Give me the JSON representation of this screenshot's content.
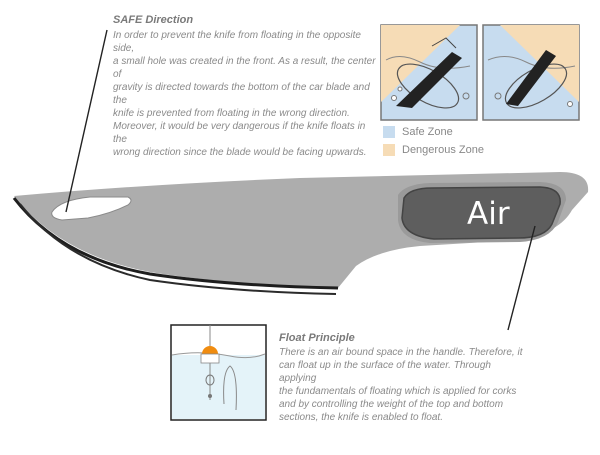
{
  "safe_direction": {
    "title": "SAFE  Direction",
    "body_lines": [
      "In order to prevent the knife from floating in the opposite side,",
      "a small hole was created in the front. As a result, the center of",
      "gravity is directed towards the bottom of the car blade and the",
      "knife is prevented from floating in the wrong direction.",
      "Moreover, it would be very dangerous if the knife floats in the",
      "wrong direction since the blade would be facing upwards."
    ]
  },
  "legend": {
    "safe_label": "Safe Zone",
    "danger_label": "Dengerous Zone",
    "safe_color": "#c7dcef",
    "danger_color": "#f6dcb6"
  },
  "knife": {
    "handle_label": "Air",
    "blade_color": "#adadad",
    "handle_color": "#5e5e5e"
  },
  "float_principle": {
    "title": "Float Principle",
    "body_lines": [
      "There is an air bound space in the handle. Therefore, it",
      "can float up in the surface of the water. Through applying",
      "the fundamentals of floating which is applied for corks",
      "and by controlling the weight of the top and bottom",
      "sections, the knife is enabled to float."
    ],
    "cork_color": "#f08c10"
  }
}
